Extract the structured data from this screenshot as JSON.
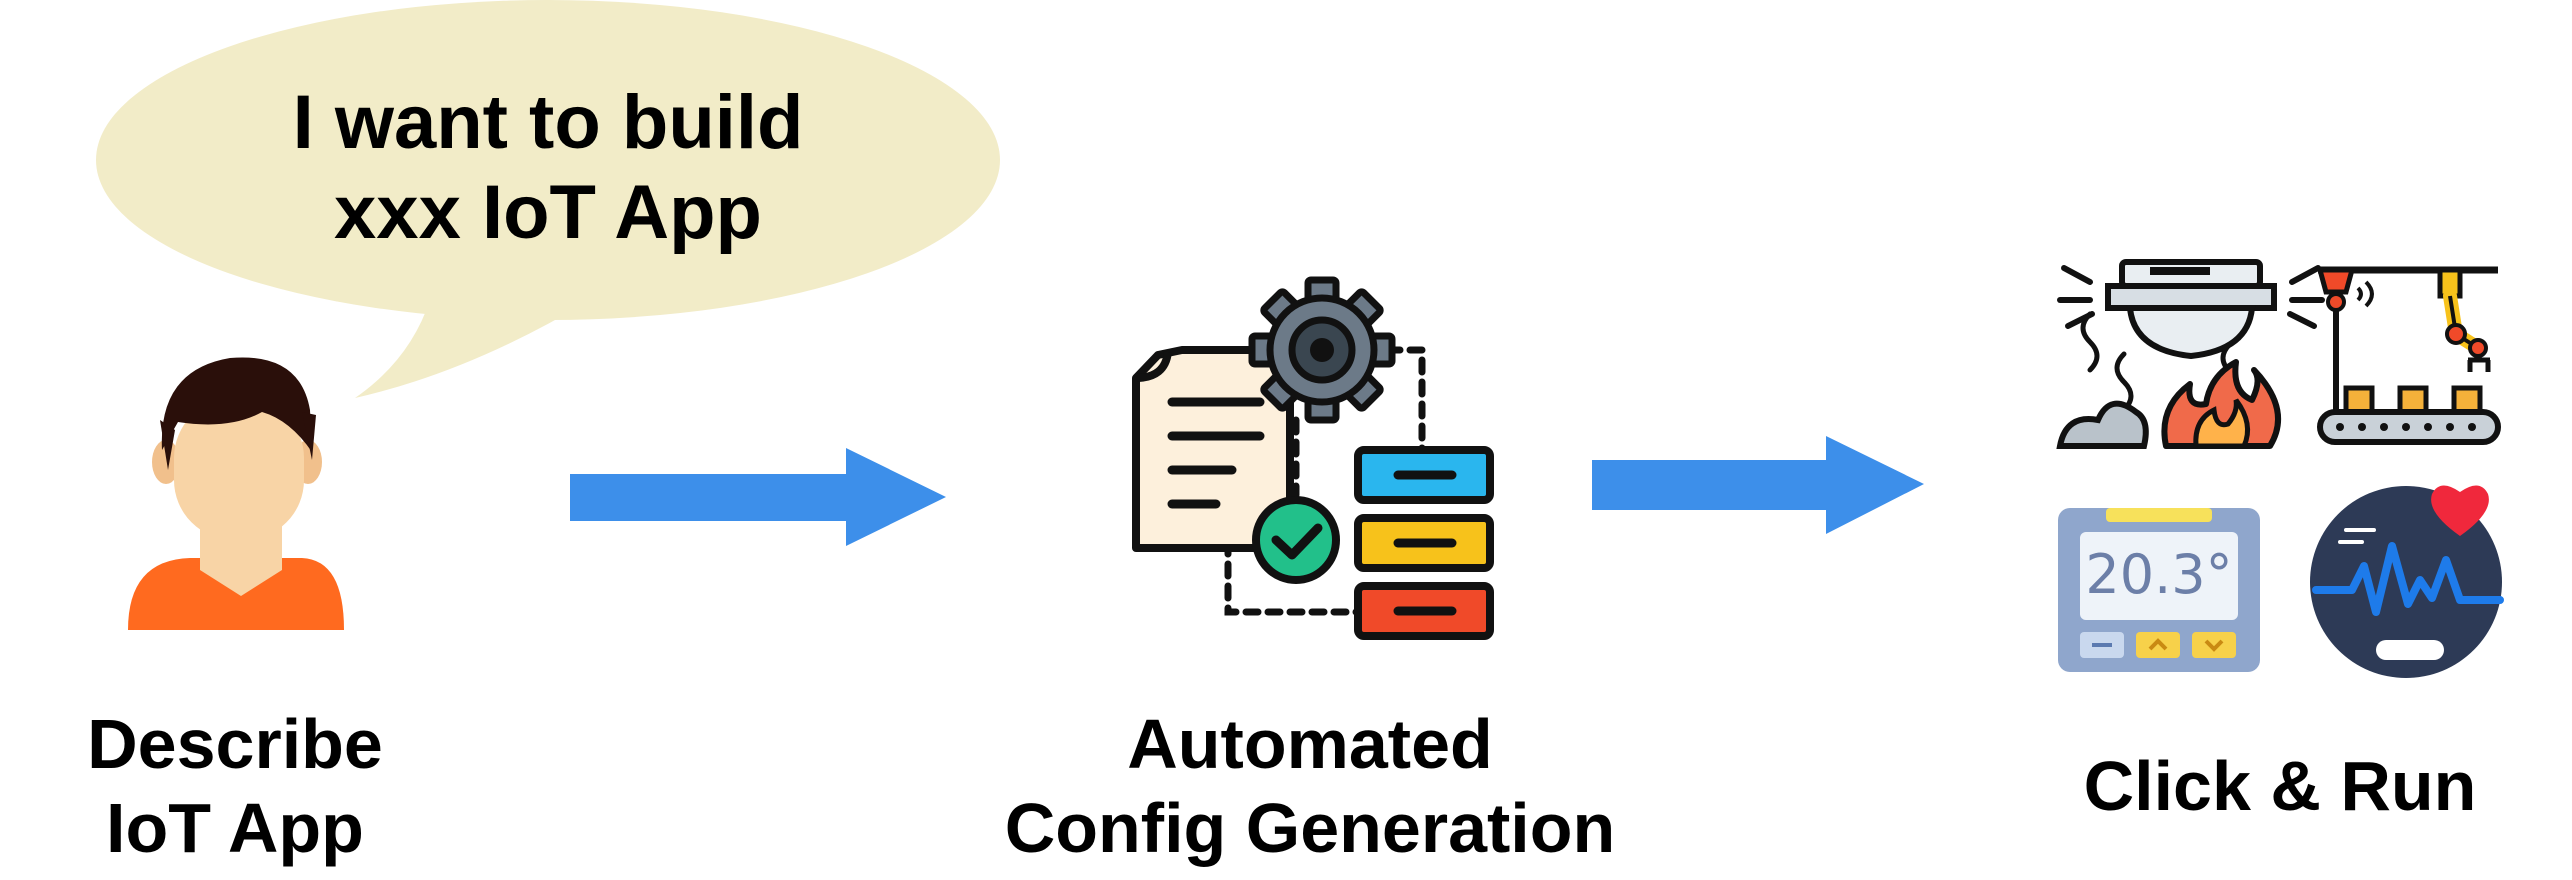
{
  "speech": {
    "line1": "I want to build",
    "line2": "xxx IoT App"
  },
  "steps": [
    {
      "line1": "Describe",
      "line2": "IoT App"
    },
    {
      "line1": "Automated",
      "line2": "Config Generation"
    },
    {
      "line1": "Click & Run"
    }
  ],
  "thermostat": {
    "reading": "20.3°"
  },
  "colors": {
    "arrow": "#3D8FEA",
    "bubble": "#F2ECC8",
    "shirt": "#FF6A1F",
    "skin": "#F8D4A6",
    "hair": "#2A0F0A"
  },
  "icons": [
    "user-icon",
    "config-generation-icon",
    "smoke-detector-icon",
    "industrial-robot-icon",
    "thermostat-icon",
    "health-monitor-icon"
  ]
}
